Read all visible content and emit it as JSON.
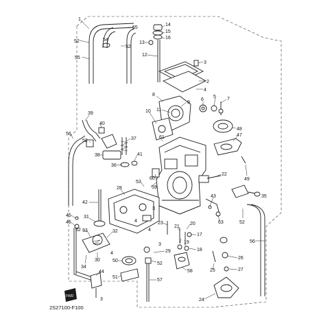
{
  "diagram": {
    "figure_code": "2S27100-F100",
    "fwd_label": "FWD",
    "callouts": [
      "1",
      "2",
      "3",
      "4",
      "5",
      "6",
      "7",
      "8",
      "9",
      "10",
      "11",
      "12",
      "13",
      "14",
      "15",
      "16",
      "17",
      "18",
      "19",
      "20",
      "21",
      "22",
      "23",
      "24",
      "25",
      "26",
      "27",
      "28",
      "29",
      "30",
      "31",
      "32",
      "33",
      "34",
      "35",
      "36",
      "37",
      "38",
      "39",
      "40",
      "41",
      "42",
      "43",
      "44",
      "45",
      "46",
      "47",
      "48",
      "49",
      "50",
      "51",
      "52",
      "53",
      "54",
      "55",
      "56",
      "57",
      "58",
      "59",
      "60",
      "61",
      "62",
      "63"
    ]
  }
}
